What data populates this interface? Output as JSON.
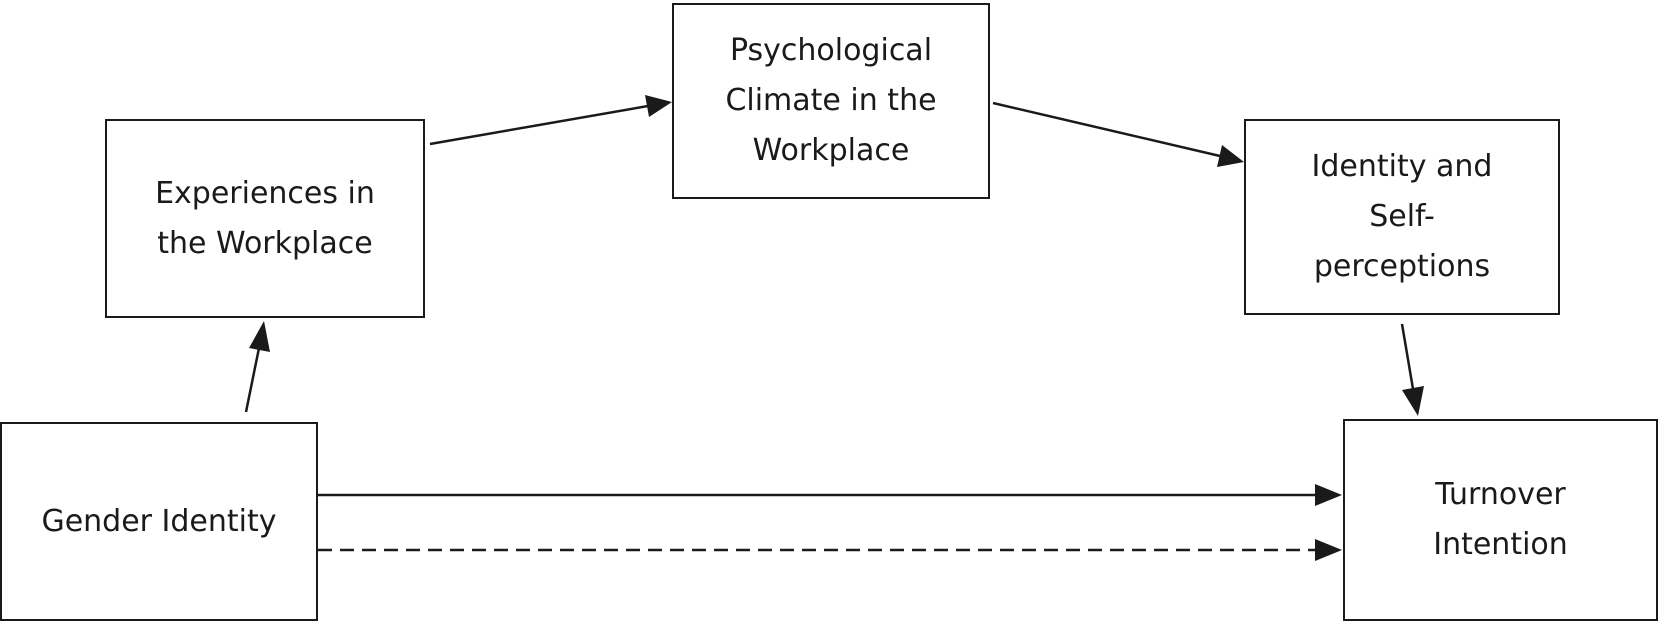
{
  "diagram": {
    "nodes": {
      "experiences": [
        "Experiences in",
        "the Workplace"
      ],
      "climate": [
        "Psychological",
        "Climate in the",
        "Workplace"
      ],
      "identity": [
        "Identity and",
        "Self-",
        "perceptions"
      ],
      "gender": [
        "Gender Identity"
      ],
      "turnover": [
        "Turnover",
        "Intention"
      ]
    },
    "edges": [
      {
        "from": "gender",
        "to": "experiences",
        "style": "solid"
      },
      {
        "from": "experiences",
        "to": "climate",
        "style": "solid"
      },
      {
        "from": "climate",
        "to": "identity",
        "style": "solid"
      },
      {
        "from": "identity",
        "to": "turnover",
        "style": "solid"
      },
      {
        "from": "gender",
        "to": "turnover",
        "style": "solid"
      },
      {
        "from": "gender",
        "to": "turnover",
        "style": "dashed"
      }
    ],
    "colors": {
      "line": "#1a1a1a",
      "background": "#ffffff"
    }
  }
}
